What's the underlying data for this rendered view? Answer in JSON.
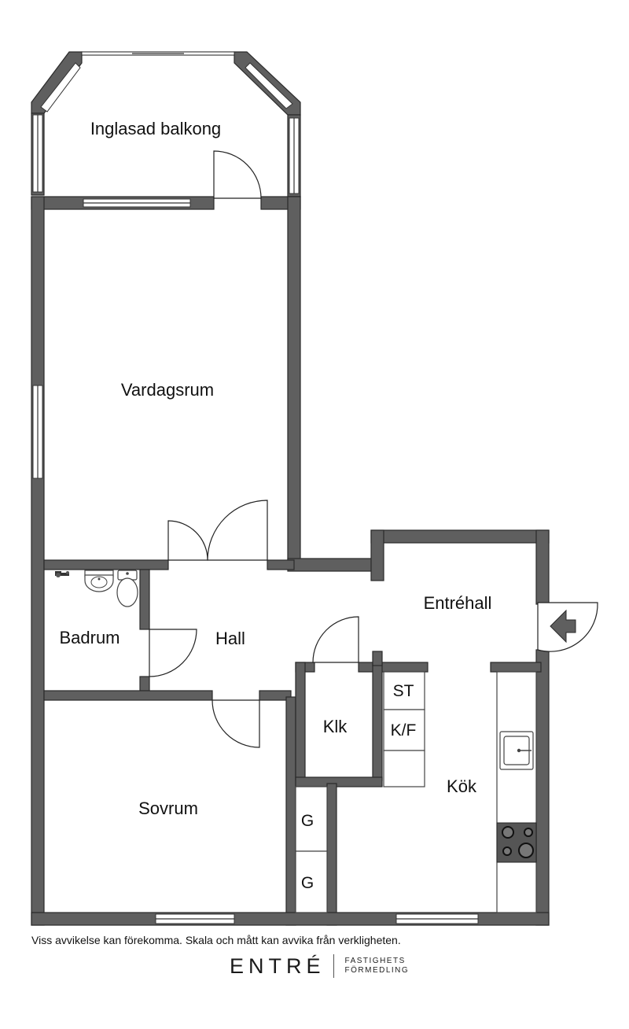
{
  "rooms": {
    "balkong": "Inglasad balkong",
    "vardagsrum": "Vardagsrum",
    "entrehall": "Entréhall",
    "badrum": "Badrum",
    "hall": "Hall",
    "klk": "Klk",
    "kok": "Kök",
    "sovrum": "Sovrum"
  },
  "cabinets": {
    "st": "ST",
    "kf": "K/F",
    "g1": "G",
    "g2": "G"
  },
  "footer": {
    "disclaimer": "Viss avvikelse kan förekomma. Skala och mått kan avvika från verkligheten.",
    "brand_name": "ENTRÉ",
    "brand_line1": "FASTIGHETS",
    "brand_line2": "FÖRMEDLING"
  },
  "colors": {
    "wall": "#5f5f5f",
    "background": "#ffffff"
  }
}
